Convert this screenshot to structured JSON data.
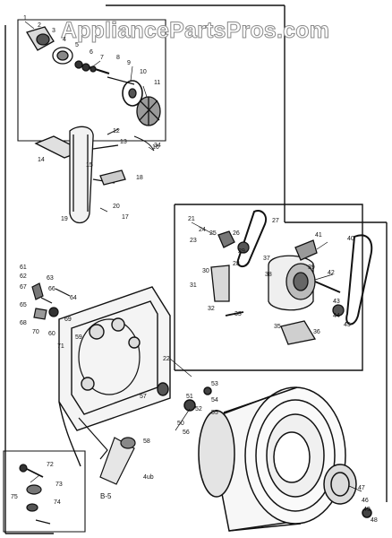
{
  "watermark": "AppliancePartsPros.com",
  "page_code": "B-5",
  "small_code": "4ub",
  "callouts": [
    {
      "id": "c1",
      "text": "1"
    },
    {
      "id": "c2",
      "text": "2"
    },
    {
      "id": "c3",
      "text": "3"
    },
    {
      "id": "c4",
      "text": "4"
    },
    {
      "id": "c5",
      "text": "5"
    },
    {
      "id": "c6",
      "text": "6"
    },
    {
      "id": "c7",
      "text": "7"
    },
    {
      "id": "c8",
      "text": "8"
    },
    {
      "id": "c9",
      "text": "9"
    },
    {
      "id": "c10",
      "text": "10"
    },
    {
      "id": "c11",
      "text": "11"
    },
    {
      "id": "c12",
      "text": "12"
    },
    {
      "id": "c13",
      "text": "13"
    },
    {
      "id": "c14",
      "text": "14"
    },
    {
      "id": "c15",
      "text": "15"
    },
    {
      "id": "c16",
      "text": "16"
    },
    {
      "id": "c17",
      "text": "17"
    },
    {
      "id": "c18",
      "text": "18"
    },
    {
      "id": "c19",
      "text": "19"
    },
    {
      "id": "c20",
      "text": "20"
    },
    {
      "id": "c21",
      "text": "21"
    },
    {
      "id": "c22",
      "text": "22"
    },
    {
      "id": "c23",
      "text": "23"
    },
    {
      "id": "c24",
      "text": "24"
    },
    {
      "id": "c25",
      "text": "25"
    },
    {
      "id": "c26",
      "text": "26"
    },
    {
      "id": "c27",
      "text": "27"
    },
    {
      "id": "c28",
      "text": "28"
    },
    {
      "id": "c29",
      "text": "29"
    },
    {
      "id": "c30",
      "text": "30"
    },
    {
      "id": "c31",
      "text": "31"
    },
    {
      "id": "c32",
      "text": "32"
    },
    {
      "id": "c33",
      "text": "33"
    },
    {
      "id": "c34",
      "text": "34"
    },
    {
      "id": "c35",
      "text": "35"
    },
    {
      "id": "c36",
      "text": "36"
    },
    {
      "id": "c37",
      "text": "37"
    },
    {
      "id": "c38",
      "text": "38"
    },
    {
      "id": "c39",
      "text": "39"
    },
    {
      "id": "c40",
      "text": "40"
    },
    {
      "id": "c41",
      "text": "41"
    },
    {
      "id": "c42",
      "text": "42"
    },
    {
      "id": "c43",
      "text": "43"
    },
    {
      "id": "c44",
      "text": "44"
    },
    {
      "id": "c45",
      "text": "45"
    },
    {
      "id": "c46",
      "text": "46"
    },
    {
      "id": "c47",
      "text": "47"
    },
    {
      "id": "c48",
      "text": "48"
    },
    {
      "id": "c49",
      "text": "49"
    },
    {
      "id": "c50",
      "text": "50"
    },
    {
      "id": "c51",
      "text": "51"
    },
    {
      "id": "c52",
      "text": "52"
    },
    {
      "id": "c53",
      "text": "53"
    },
    {
      "id": "c54",
      "text": "54"
    },
    {
      "id": "c55",
      "text": "55"
    },
    {
      "id": "c56",
      "text": "56"
    },
    {
      "id": "c57",
      "text": "57"
    },
    {
      "id": "c58",
      "text": "58"
    },
    {
      "id": "c59",
      "text": "59"
    },
    {
      "id": "c60",
      "text": "60"
    },
    {
      "id": "c61",
      "text": "61"
    },
    {
      "id": "c62",
      "text": "62"
    },
    {
      "id": "c63",
      "text": "63"
    },
    {
      "id": "c64",
      "text": "64"
    },
    {
      "id": "c65",
      "text": "65"
    },
    {
      "id": "c66",
      "text": "66"
    },
    {
      "id": "c67",
      "text": "67"
    },
    {
      "id": "c68",
      "text": "68"
    },
    {
      "id": "c69",
      "text": "69"
    },
    {
      "id": "c70",
      "text": "70"
    },
    {
      "id": "c71",
      "text": "71"
    },
    {
      "id": "c72",
      "text": "72"
    },
    {
      "id": "c73",
      "text": "73"
    },
    {
      "id": "c74",
      "text": "74"
    },
    {
      "id": "c75",
      "text": "75"
    }
  ]
}
